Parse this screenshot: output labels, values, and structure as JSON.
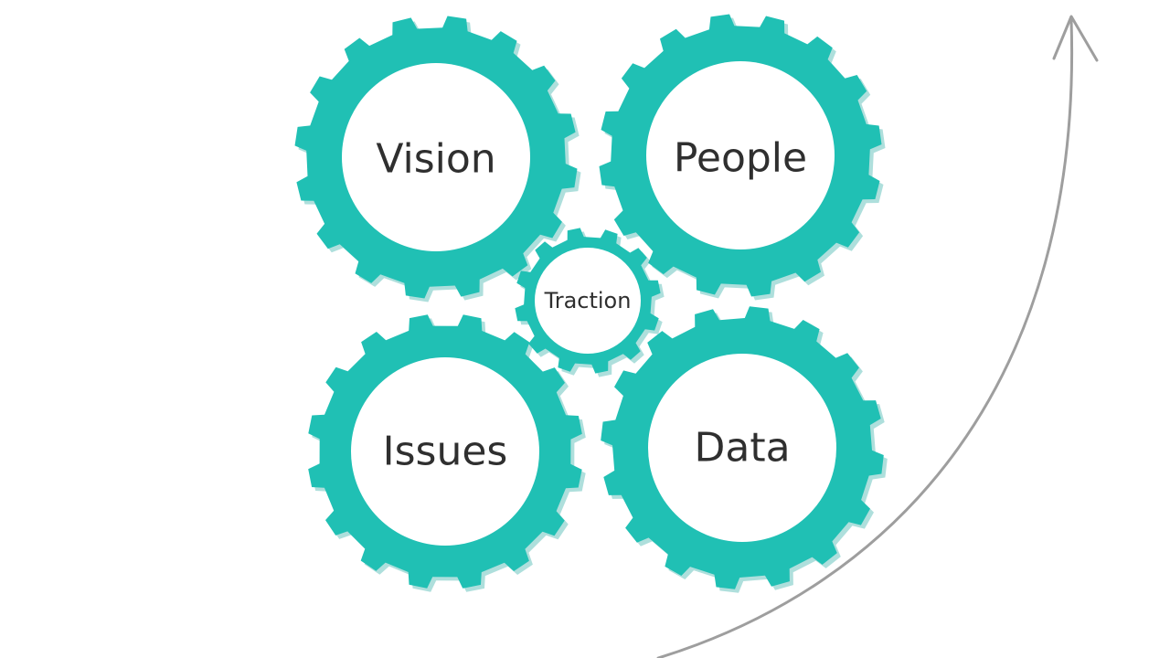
{
  "colors": {
    "gear": "#20c0b4",
    "gear_shadow": "#17a39a",
    "hub": "#ffffff",
    "label": "#2f2f2f",
    "arrow": "#9e9e9e"
  },
  "gears": {
    "vision": {
      "label": "Vision"
    },
    "people": {
      "label": "People"
    },
    "traction": {
      "label": "Traction"
    },
    "issues": {
      "label": "Issues"
    },
    "data": {
      "label": "Data"
    }
  },
  "icons": {
    "gear": "cog-gear-icon",
    "arrow": "curved-up-arrow-icon"
  }
}
